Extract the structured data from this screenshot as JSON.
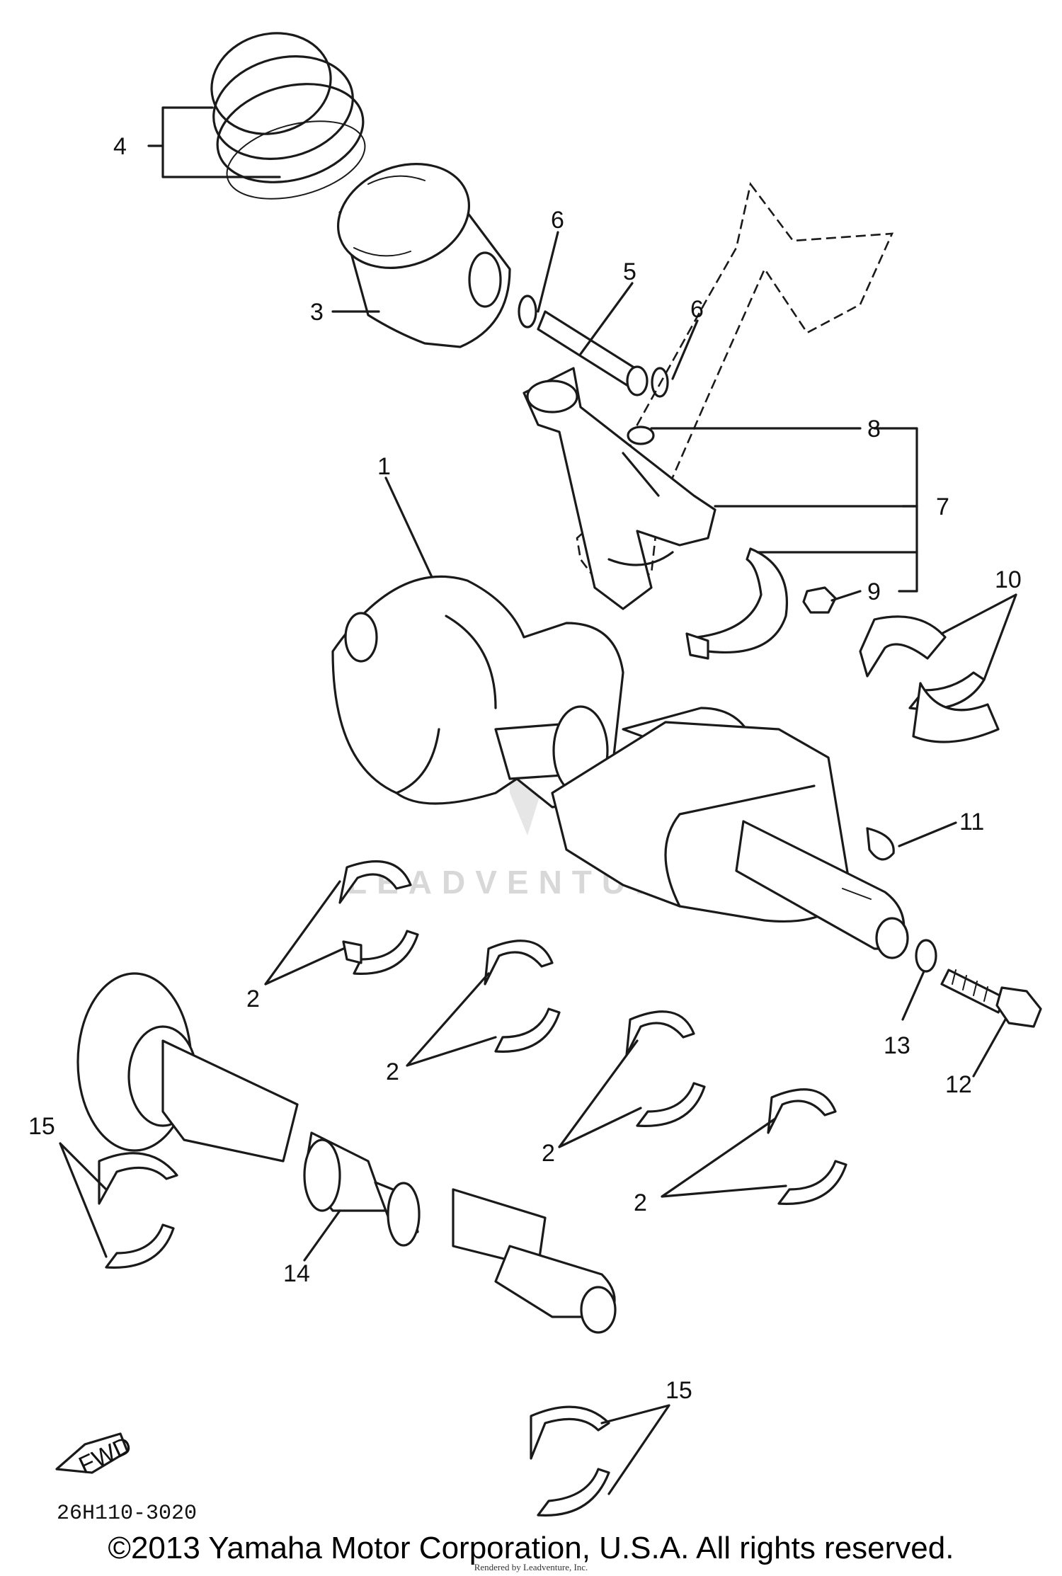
{
  "diagram": {
    "part_code": "26H110-3020",
    "fwd_label": "FWD",
    "watermark": "LEADVENTURE",
    "callouts": {
      "c1": "1",
      "c2a": "2",
      "c2b": "2",
      "c2c": "2",
      "c2d": "2",
      "c3": "3",
      "c4": "4",
      "c5": "5",
      "c6a": "6",
      "c6b": "6",
      "c7": "7",
      "c8": "8",
      "c9": "9",
      "c10": "10",
      "c11": "11",
      "c12": "12",
      "c13": "13",
      "c14": "14",
      "c15a": "15",
      "c15b": "15"
    }
  },
  "footer": {
    "copyright": "©2013 Yamaha Motor Corporation, U.S.A. All rights reserved.",
    "rendered_by": "Rendered by Leadventure, Inc."
  }
}
